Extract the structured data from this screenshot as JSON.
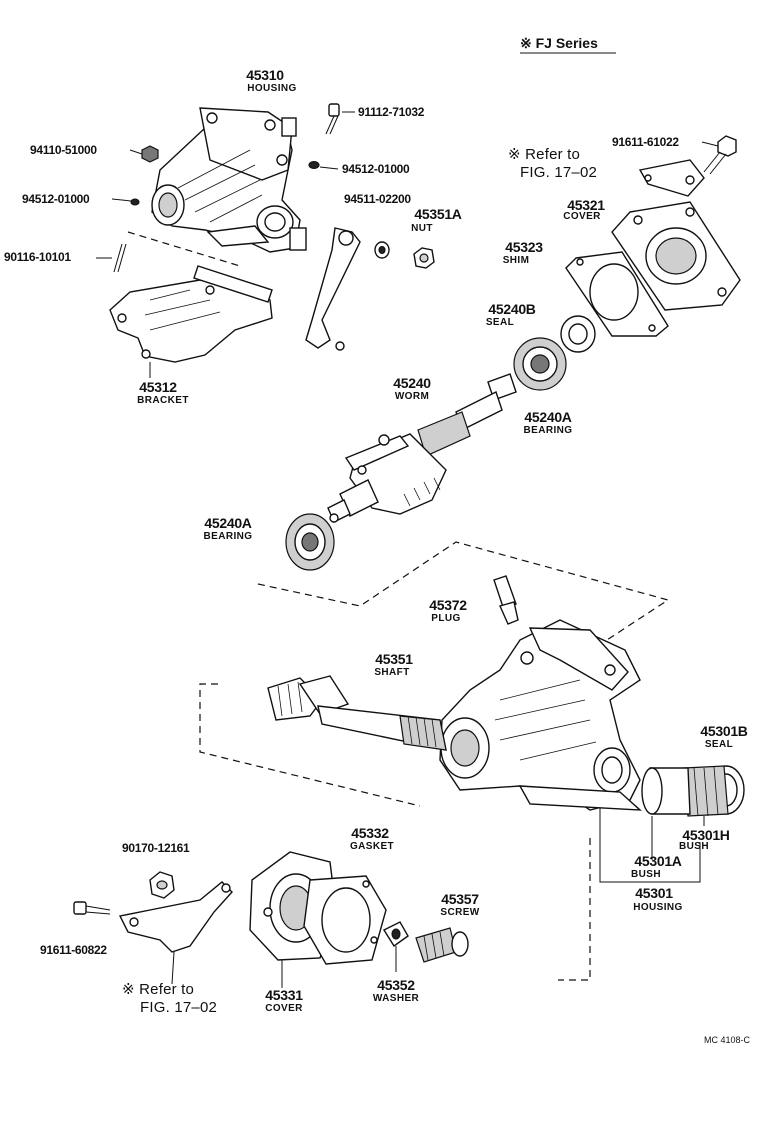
{
  "header": {
    "series_label": "※ FJ  Series"
  },
  "figure_code": "MC 4108-C",
  "parts": {
    "p45310": {
      "number": "45310",
      "name": "HOUSING"
    },
    "p91112_71032": {
      "number": "91112-71032"
    },
    "p94110_51000": {
      "number": "94110-51000"
    },
    "p94512_01000_a": {
      "number": "94512-01000"
    },
    "p94512_01000_b": {
      "number": "94512-01000"
    },
    "p90116_10101": {
      "number": "90116-10101"
    },
    "p94511_02200": {
      "number": "94511-02200"
    },
    "p45351A": {
      "number": "45351A",
      "name": "NUT"
    },
    "p91611_61022": {
      "number": "91611-61022"
    },
    "ref_top": {
      "line1": "※ Refer to",
      "line2": "FIG. 17–02"
    },
    "p45321": {
      "number": "45321",
      "name": "COVER"
    },
    "p45323": {
      "number": "45323",
      "name": "SHIM"
    },
    "p45240B": {
      "number": "45240B",
      "name": "SEAL"
    },
    "p45312": {
      "number": "45312",
      "name": "BRACKET"
    },
    "p45240": {
      "number": "45240",
      "name": "WORM"
    },
    "p45240A_top": {
      "number": "45240A",
      "name": "BEARING"
    },
    "p45240A_left": {
      "number": "45240A",
      "name": "BEARING"
    },
    "p45372": {
      "number": "45372",
      "name": "PLUG"
    },
    "p45351": {
      "number": "45351",
      "name": "SHAFT"
    },
    "p45301B": {
      "number": "45301B",
      "name": "SEAL"
    },
    "p45301H": {
      "number": "45301H",
      "name": "BUSH"
    },
    "p45301A": {
      "number": "45301A",
      "name": "BUSH"
    },
    "p45301": {
      "number": "45301",
      "name": "HOUSING"
    },
    "p90170_12161": {
      "number": "90170-12161"
    },
    "p45332": {
      "number": "45332",
      "name": "GASKET"
    },
    "p91611_60822": {
      "number": "91611-60822"
    },
    "ref_bottom": {
      "line1": "※ Refer to",
      "line2": "FIG. 17–02"
    },
    "p45357": {
      "number": "45357",
      "name": "SCREW"
    },
    "p45331": {
      "number": "45331",
      "name": "COVER"
    },
    "p45352": {
      "number": "45352",
      "name": "WASHER"
    }
  }
}
